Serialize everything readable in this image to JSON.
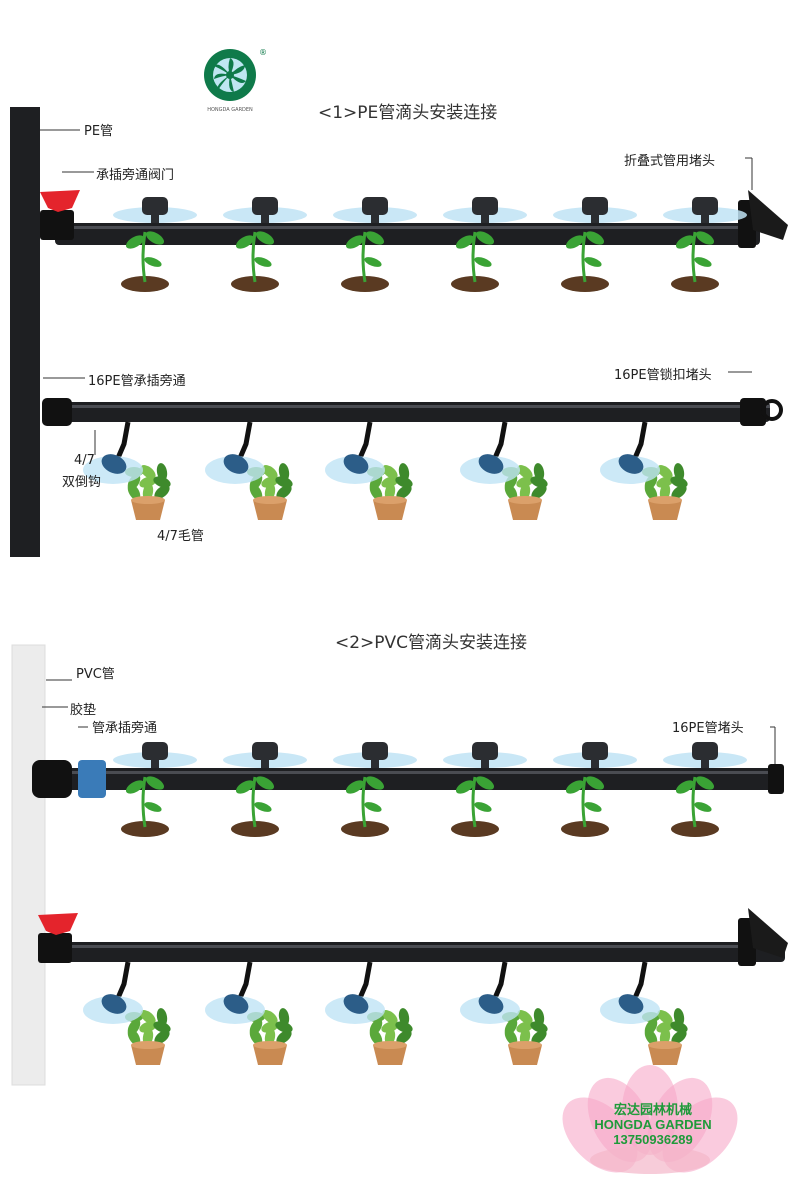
{
  "section1": {
    "title": "<1>PE管滴头安装连接",
    "labels": {
      "pe_pipe": "PE管",
      "bypass_valve": "承插旁通阀门",
      "fold_end_plug": "折叠式管用堵头",
      "bypass_16pe": "16PE管承插旁通",
      "lock_end_plug": "16PE管锁扣堵头",
      "barb_line1": "4/7",
      "barb_line2": "双倒钩",
      "capillary": "4/7毛管"
    }
  },
  "section2": {
    "title": "<2>PVC管滴头安装连接",
    "labels": {
      "pvc_pipe": "PVC管",
      "gasket": "胶垫",
      "bypass": "管承插旁通",
      "end_plug_16pe": "16PE管堵头"
    }
  },
  "logo": {
    "text": "HONGDA GARDEN",
    "registered": "®"
  },
  "watermark": {
    "name_cn": "宏达园林机械",
    "name_en": "HONGDA GARDEN",
    "phone": "13750936289"
  },
  "colors": {
    "pipe": "#1e1f22",
    "valve": "#e4242c",
    "fitting_blue": "#3a7bb8",
    "spray": "#bfe3f5",
    "leaf": "#3aa335",
    "soil": "#5a3a22",
    "pot": "#c98a52"
  }
}
